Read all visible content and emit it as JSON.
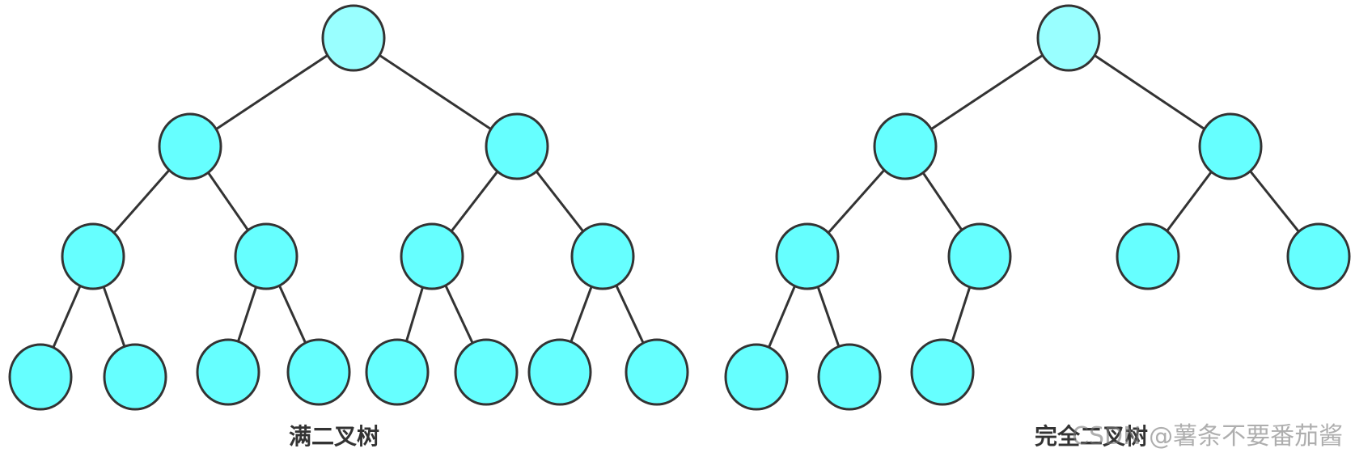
{
  "trees": [
    {
      "caption": "满二叉树",
      "nodes": [
        {
          "id": "r"
        },
        {
          "id": "a",
          "parent": "r"
        },
        {
          "id": "b",
          "parent": "r"
        },
        {
          "id": "c",
          "parent": "a"
        },
        {
          "id": "d",
          "parent": "a"
        },
        {
          "id": "e",
          "parent": "b"
        },
        {
          "id": "f",
          "parent": "b"
        },
        {
          "id": "g",
          "parent": "c"
        },
        {
          "id": "h",
          "parent": "c"
        },
        {
          "id": "i",
          "parent": "d"
        },
        {
          "id": "j",
          "parent": "d"
        },
        {
          "id": "k",
          "parent": "e"
        },
        {
          "id": "l",
          "parent": "e"
        },
        {
          "id": "m",
          "parent": "f"
        },
        {
          "id": "n",
          "parent": "f"
        }
      ]
    },
    {
      "caption": "完全二叉树",
      "nodes": [
        {
          "id": "r"
        },
        {
          "id": "a",
          "parent": "r"
        },
        {
          "id": "b",
          "parent": "r"
        },
        {
          "id": "c",
          "parent": "a"
        },
        {
          "id": "d",
          "parent": "a"
        },
        {
          "id": "e",
          "parent": "b"
        },
        {
          "id": "f",
          "parent": "b"
        },
        {
          "id": "g",
          "parent": "c"
        },
        {
          "id": "h",
          "parent": "c"
        },
        {
          "id": "i",
          "parent": "d"
        }
      ]
    }
  ],
  "watermark": "CSDN @薯条不要番茄酱",
  "colors": {
    "root_fill": "#99FFFF",
    "node_fill": "#66FFFF",
    "stroke": "#333333",
    "caption_text": "#333333"
  }
}
